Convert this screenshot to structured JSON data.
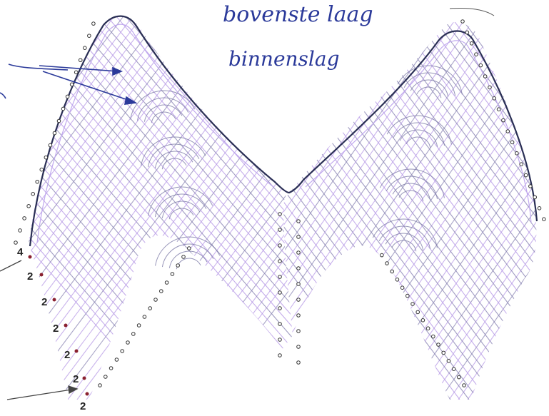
{
  "annotations": {
    "title_line1": "bovenste laag",
    "title_line2": "binnenslag"
  },
  "pair_counts": [
    "4",
    "2",
    "2",
    "2",
    "2",
    "2",
    "2"
  ],
  "colors": {
    "outline": "#2a2f55",
    "thread_purple": "#b79ae6",
    "thread_grey": "#8b86b4",
    "pin_dot": "#333333",
    "pin_dot_red": "#8a2030",
    "ink_blue": "#2b3a9a"
  }
}
